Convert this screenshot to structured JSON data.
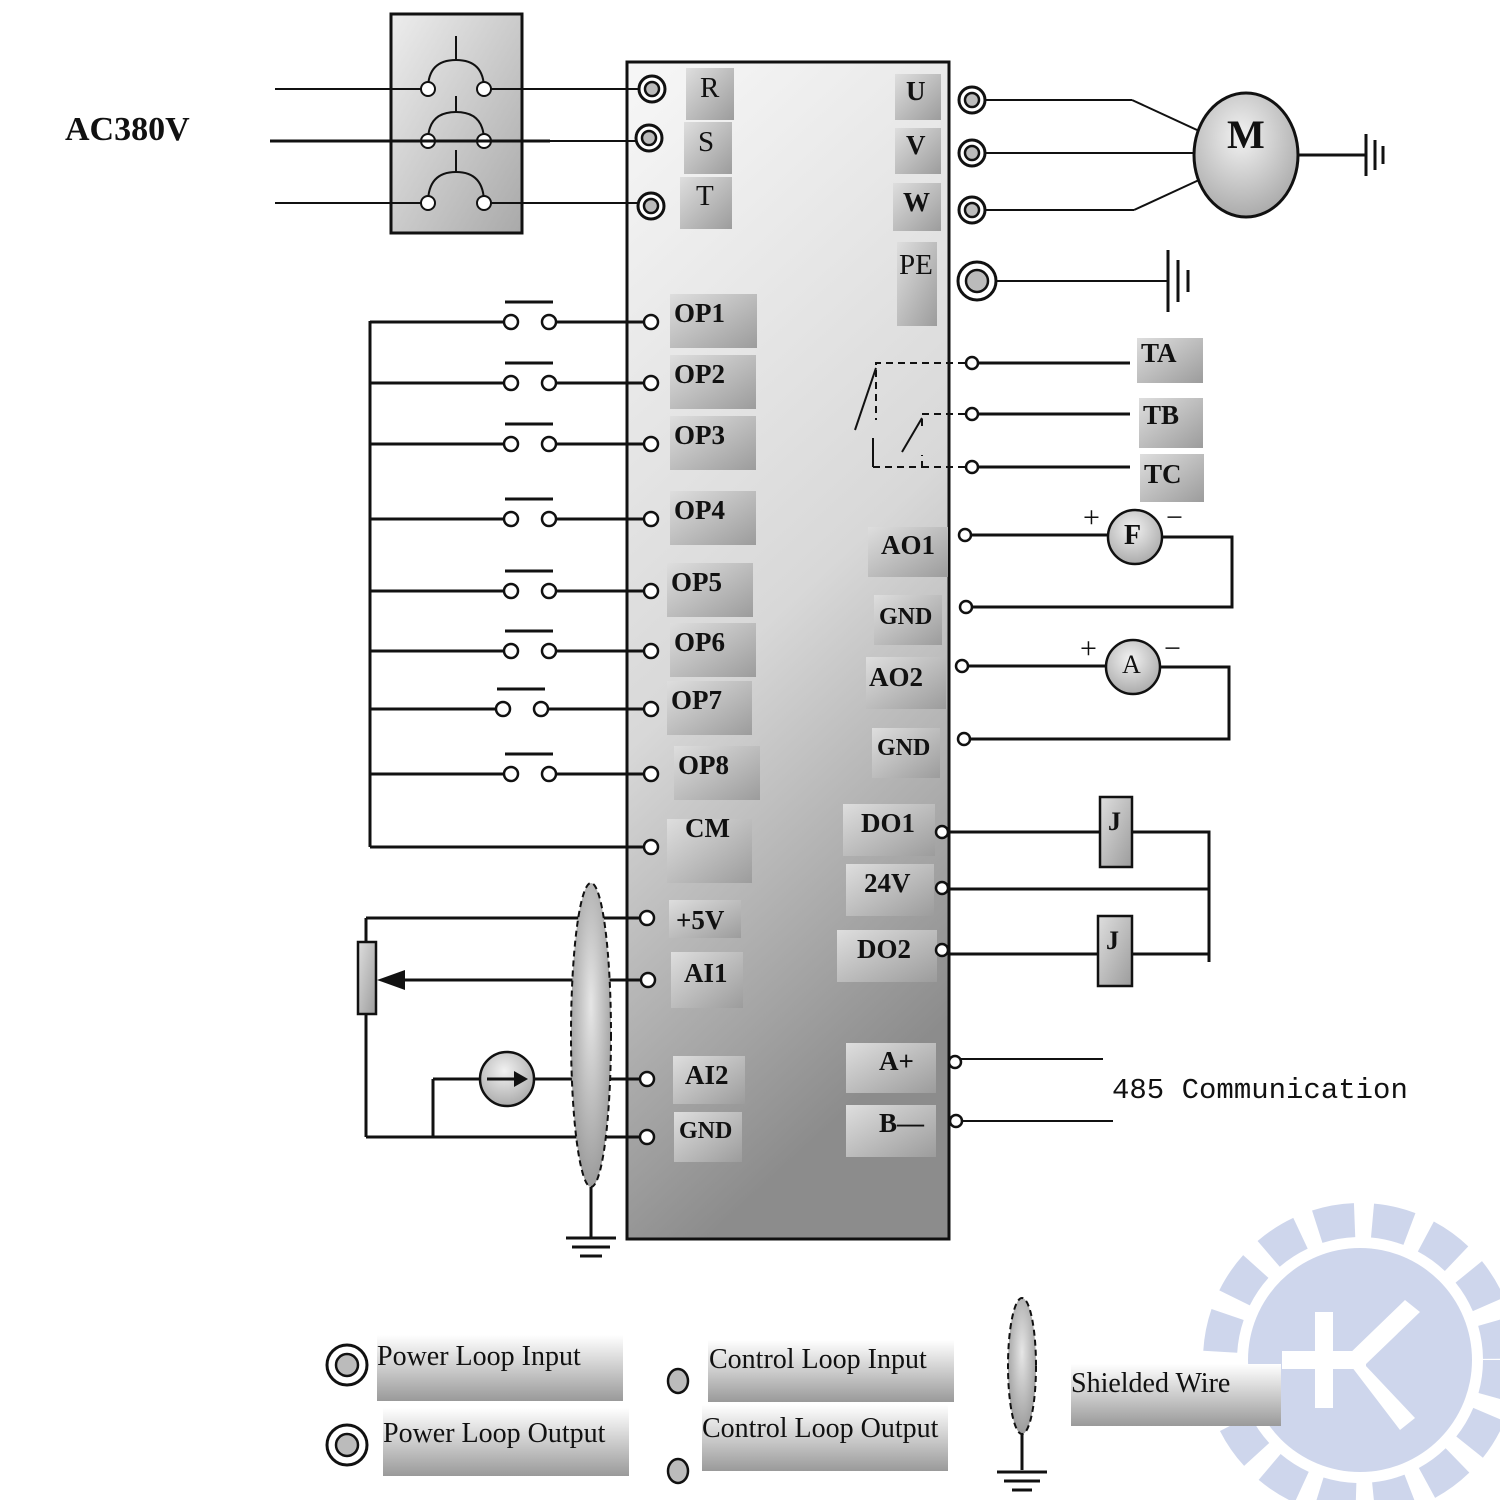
{
  "supply_label": "AC380V",
  "inputs_power": [
    "R",
    "S",
    "T"
  ],
  "outputs_power": [
    "U",
    "V",
    "W",
    "PE"
  ],
  "motor_label": "M",
  "relay_terminals": [
    "TA",
    "TB",
    "TC"
  ],
  "digital_inputs": [
    "OP1",
    "OP2",
    "OP3",
    "OP4",
    "OP5",
    "OP6",
    "OP7",
    "OP8",
    "CM"
  ],
  "analog_inputs": [
    "+5V",
    "AI1",
    "AI2",
    "GND"
  ],
  "analog_outputs": [
    "AO1",
    "GND",
    "AO2",
    "GND"
  ],
  "meters": {
    "frequency": "F",
    "ammeter": "A",
    "plus": "+",
    "minus": "−"
  },
  "digital_outputs": [
    "DO1",
    "24V",
    "DO2"
  ],
  "relay_coil": "J",
  "comm_terminals": [
    "A+",
    "B—"
  ],
  "comm_label": "485 Communication",
  "legend": {
    "power_in": "Power Loop Input",
    "power_out": "Power Loop Output",
    "control_in": "Control Loop Input",
    "control_out": "Control Loop Output",
    "shield": "Shielded Wire"
  },
  "colors": {
    "line": "#111111",
    "body_light": "#f4f4f4",
    "body_dark": "#8a8a8a",
    "watermark": "#c9d2ea"
  }
}
